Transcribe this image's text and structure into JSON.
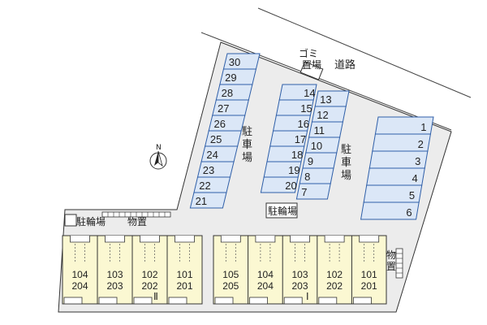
{
  "labels": {
    "garbage": "ゴミ置場",
    "road": "道路",
    "parking_left": "駐車場",
    "parking_right": "駐車場",
    "bicycle_center": "駐輪場",
    "bicycle_left": "駐輪場",
    "storage_left": "物置",
    "storage_right": "物置",
    "north": "N"
  },
  "parking": {
    "column_a": [
      "30",
      "29",
      "28",
      "27",
      "26",
      "25",
      "24",
      "23",
      "22",
      "21"
    ],
    "column_b": [
      "14",
      "15",
      "16",
      "17",
      "18",
      "19",
      "20"
    ],
    "column_c": [
      "13",
      "12",
      "11",
      "10",
      "9",
      "8",
      "7"
    ],
    "column_d": [
      "1",
      "2",
      "3",
      "4",
      "5",
      "6"
    ]
  },
  "buildings": {
    "building_2": {
      "name": "Ⅱ",
      "units": [
        {
          "upper": "104",
          "lower": "204"
        },
        {
          "upper": "103",
          "lower": "203"
        },
        {
          "upper": "102",
          "lower": "202"
        },
        {
          "upper": "101",
          "lower": "201"
        }
      ]
    },
    "building_1": {
      "name": "Ⅰ",
      "units": [
        {
          "upper": "105",
          "lower": "205"
        },
        {
          "upper": "104",
          "lower": "204"
        },
        {
          "upper": "103",
          "lower": "203"
        },
        {
          "upper": "102",
          "lower": "202"
        },
        {
          "upper": "101",
          "lower": "201"
        }
      ]
    }
  },
  "colors": {
    "lot": "#ececec",
    "stall_fill": "#dbe7f7",
    "stall_stroke": "#2f5fa8",
    "building_fill": "#fbf8d2",
    "outline": "#333333"
  }
}
